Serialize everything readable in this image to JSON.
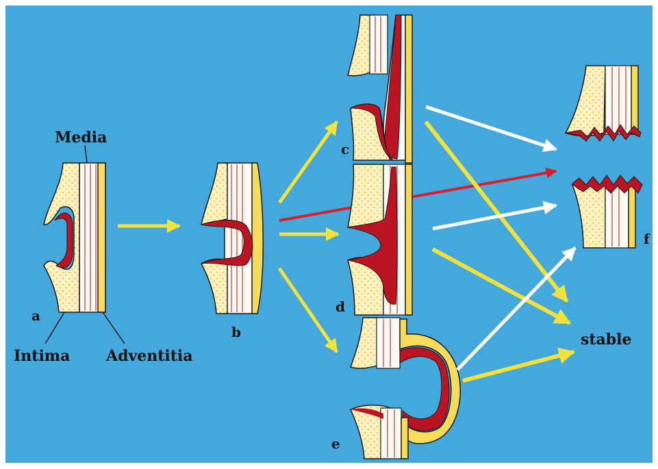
{
  "labels": {
    "media": "Media",
    "intima": "Intima",
    "adventitia": "Adventitia",
    "a": "a",
    "b": "b",
    "c": "c",
    "d": "d",
    "e": "e",
    "f": "f",
    "stable": "stable"
  },
  "colors": {
    "background": "#45a8dc",
    "frame": "#ffffff",
    "intima_fill": "#fbf1c2",
    "intima_dots": "#e9c740",
    "media_fill": "#fdfbf2",
    "media_stripes": "#d8585c",
    "adventitia": "#f6dc5a",
    "hematoma": "#bb1523",
    "outline": "#1a1a1a",
    "arrow_yellow": "#f2e23a",
    "arrow_white": "#ffffff",
    "arrow_red": "#d8202c"
  }
}
